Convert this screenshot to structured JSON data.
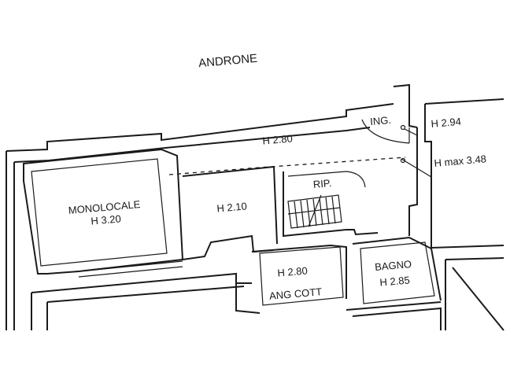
{
  "corridor_label": "ANDRONE",
  "rooms": [
    {
      "key": "monolocale",
      "name": "MONOLOCALE",
      "height": "H 3.20"
    },
    {
      "key": "soggiorno",
      "name": "",
      "height": "H 2.10"
    },
    {
      "key": "corridoio",
      "name": "",
      "height": "H 2.80"
    },
    {
      "key": "ripostiglio",
      "name": "RIP.",
      "height": ""
    },
    {
      "key": "angolo_cottura",
      "name": "ANG COTT",
      "height": "H 2.80"
    },
    {
      "key": "bagno",
      "name": "BAGNO",
      "height": "H 2.85"
    }
  ],
  "annotations": {
    "entrance": "ING.",
    "entrance_height": "H 2.94",
    "max_height": "H max 3.48"
  }
}
